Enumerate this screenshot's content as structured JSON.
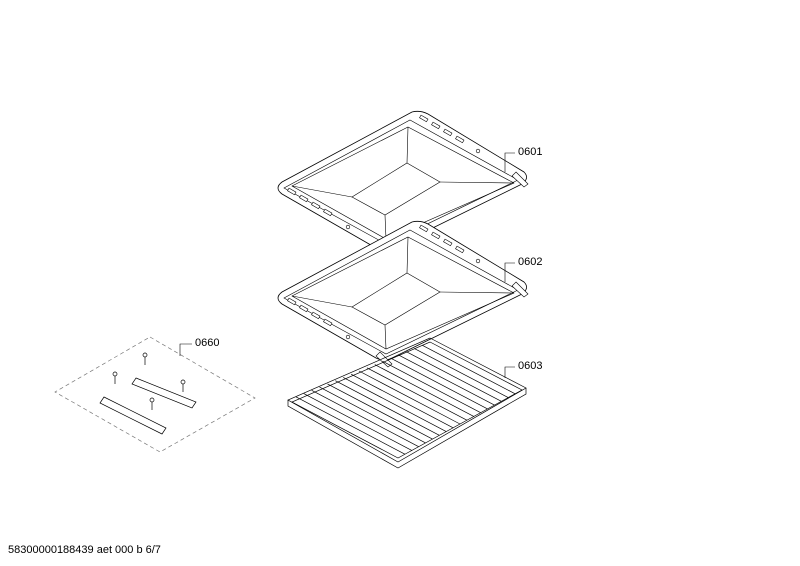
{
  "parts": [
    {
      "id": "0601",
      "label": "0601"
    },
    {
      "id": "0602",
      "label": "0602"
    },
    {
      "id": "0603",
      "label": "0603"
    },
    {
      "id": "0660",
      "label": "0660"
    }
  ],
  "footer": {
    "document_id": "58300000188439 aet 000 b 6/7"
  },
  "colors": {
    "line": "#000000",
    "fill": "#ffffff"
  }
}
